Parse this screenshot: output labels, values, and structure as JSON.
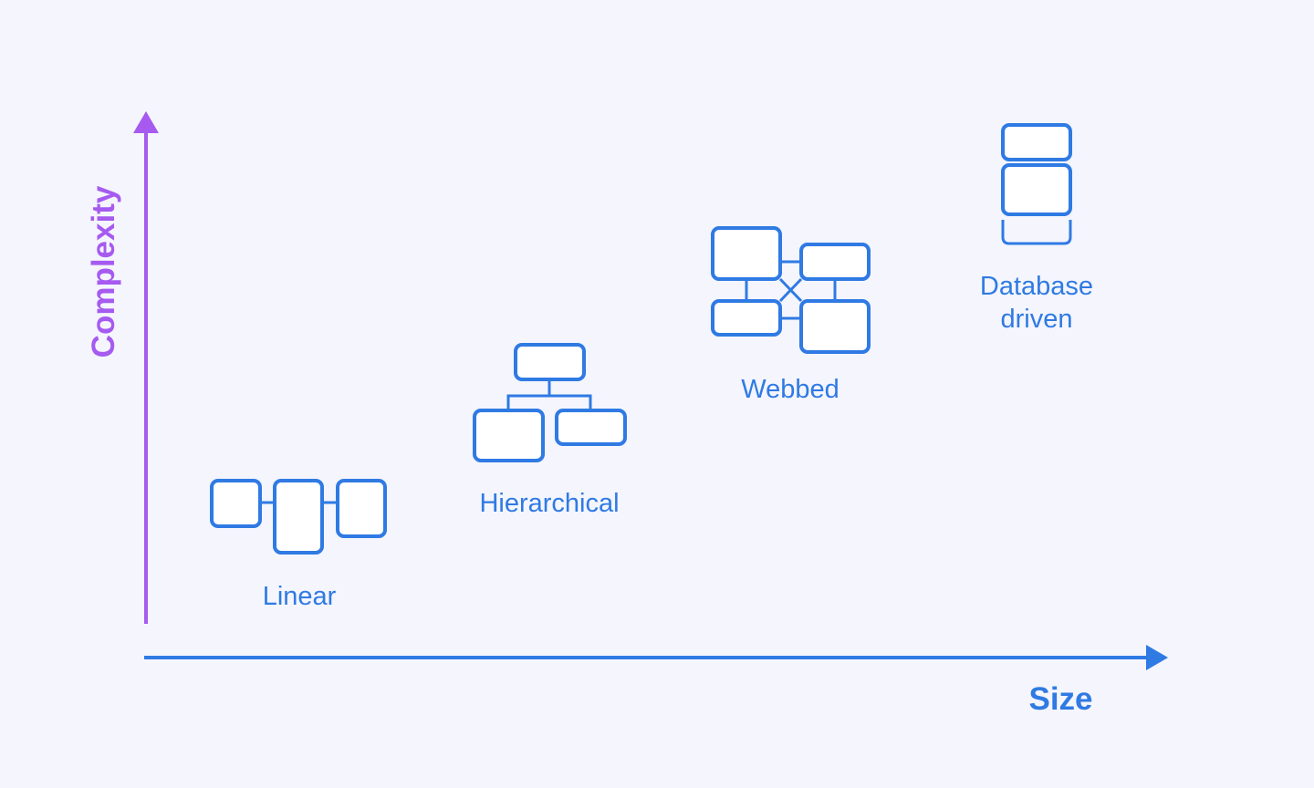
{
  "axes": {
    "x_label": "Size",
    "y_label": "Complexity",
    "x_color": "#2f7ae3",
    "y_color": "#a65af0"
  },
  "structures": [
    {
      "name": "linear",
      "label": "Linear"
    },
    {
      "name": "hierarchical",
      "label": "Hierarchical"
    },
    {
      "name": "webbed",
      "label": "Webbed"
    },
    {
      "name": "database-driven",
      "label_line1": "Database",
      "label_line2": "driven"
    }
  ],
  "colors": {
    "background": "#f4f5fd",
    "icon_stroke": "#2f7ae3",
    "icon_fill": "#ffffff"
  }
}
